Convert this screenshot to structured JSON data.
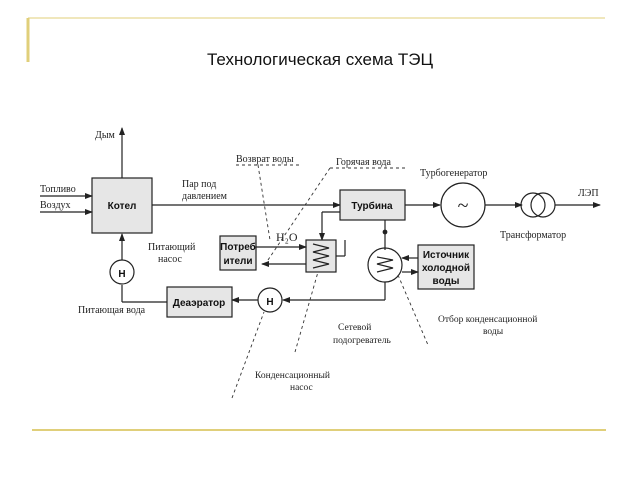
{
  "title": "Технологическая схема ТЭЦ",
  "colors": {
    "frame": "#e0cf7a",
    "block_fill": "#e6e6e6",
    "line": "#222222"
  },
  "blocks": {
    "boiler": "Котел",
    "turbine": "Турбина",
    "deaerator": "Деаэратор",
    "consumer_line1": "Потреб",
    "consumer_line2": "ители",
    "source_line1": "Источник",
    "source_line2": "холодной",
    "source_line3": "воды"
  },
  "labels": {
    "smoke": "Дым",
    "fuel": "Топливо",
    "air": "Воздух",
    "steam_line1": "Пар под",
    "steam_line2": "давлением",
    "return_water": "Возврат воды",
    "hot_water": "Горячая вода",
    "h2o": "H₂O",
    "turbogenerator": "Турбогенератор",
    "lep": "ЛЭП",
    "transformer": "Трансформатор",
    "feed_pump_line1": "Питающий",
    "feed_pump_line2": "насос",
    "feed_water": "Питающая вода",
    "network_heater_line1": "Сетевой",
    "network_heater_line2": "подогреватель",
    "cond_extraction_line1": "Отбор конденсационной",
    "cond_extraction_line2": "воды",
    "cond_pump_line1": "Конденсационный",
    "cond_pump_line2": "насос",
    "pump_symbol": "Н",
    "generator_symbol": "~"
  }
}
